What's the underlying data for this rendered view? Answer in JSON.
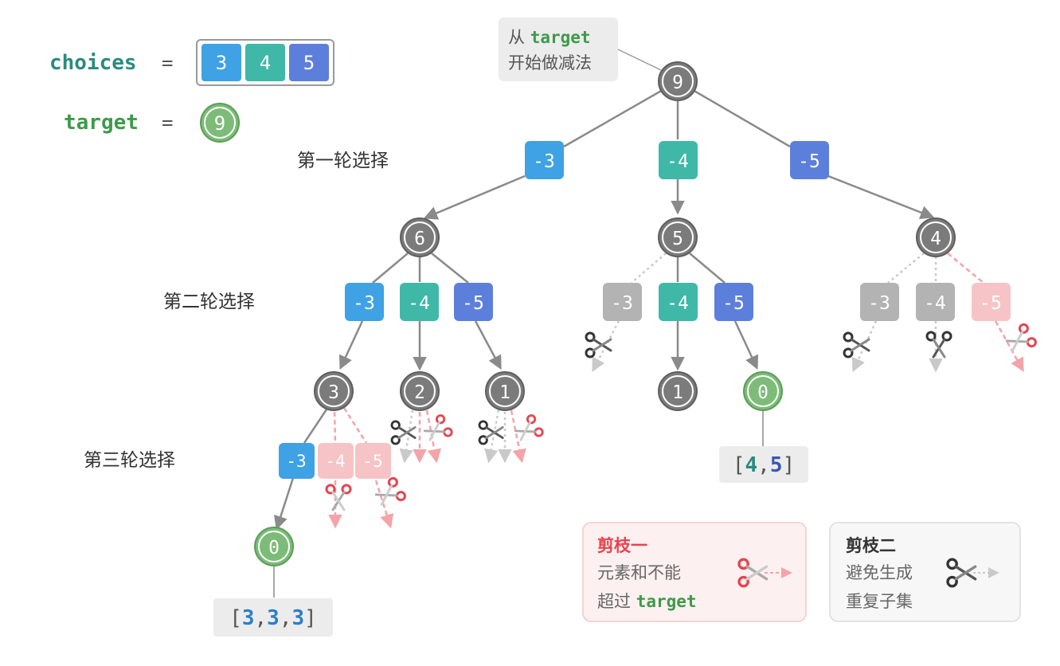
{
  "header": {
    "choices_label": "choices",
    "equals": "=",
    "choices": [
      "3",
      "4",
      "5"
    ],
    "target_label": "target",
    "target_value": "9"
  },
  "callout": {
    "line1_prefix": "从 ",
    "line1_code": "target",
    "line2": "开始做减法"
  },
  "rounds": [
    "第一轮选择",
    "第二轮选择",
    "第三轮选择"
  ],
  "nodes": {
    "root": "9",
    "n6": "6",
    "n5": "5",
    "n4": "4",
    "n3": "3",
    "n2": "2",
    "n1a": "1",
    "n1b": "1",
    "n0a": "0",
    "n0b": "0"
  },
  "ops": {
    "m3": "-3",
    "m4": "-4",
    "m5": "-5"
  },
  "results": {
    "r1": {
      "open": "[",
      "a": "3",
      "sep1": ",",
      "b": "3",
      "sep2": ",",
      "c": "3",
      "close": "]"
    },
    "r2": {
      "open": "[",
      "a": "4",
      "sep1": ",",
      "b": "5",
      "close": "]"
    }
  },
  "legend": {
    "prune1": {
      "title": "剪枝一",
      "line1": "元素和不能",
      "line2_prefix": "超过 ",
      "line2_code": "target"
    },
    "prune2": {
      "title": "剪枝二",
      "line1": "避免生成",
      "line2": "重复子集"
    }
  },
  "colors": {
    "blue": "#3ea2e4",
    "teal": "#3fb8a8",
    "indigo": "#5d7fdc",
    "gray_node": "#7b7b7b",
    "green_node": "#7cbc78",
    "green_text": "#3e9a4a",
    "teal_text": "#2b8a7e",
    "pink_box": "#f6c4c6",
    "gray_box": "#b3b3b3",
    "red": "#e8434f",
    "edge": "#8a8a8a"
  }
}
